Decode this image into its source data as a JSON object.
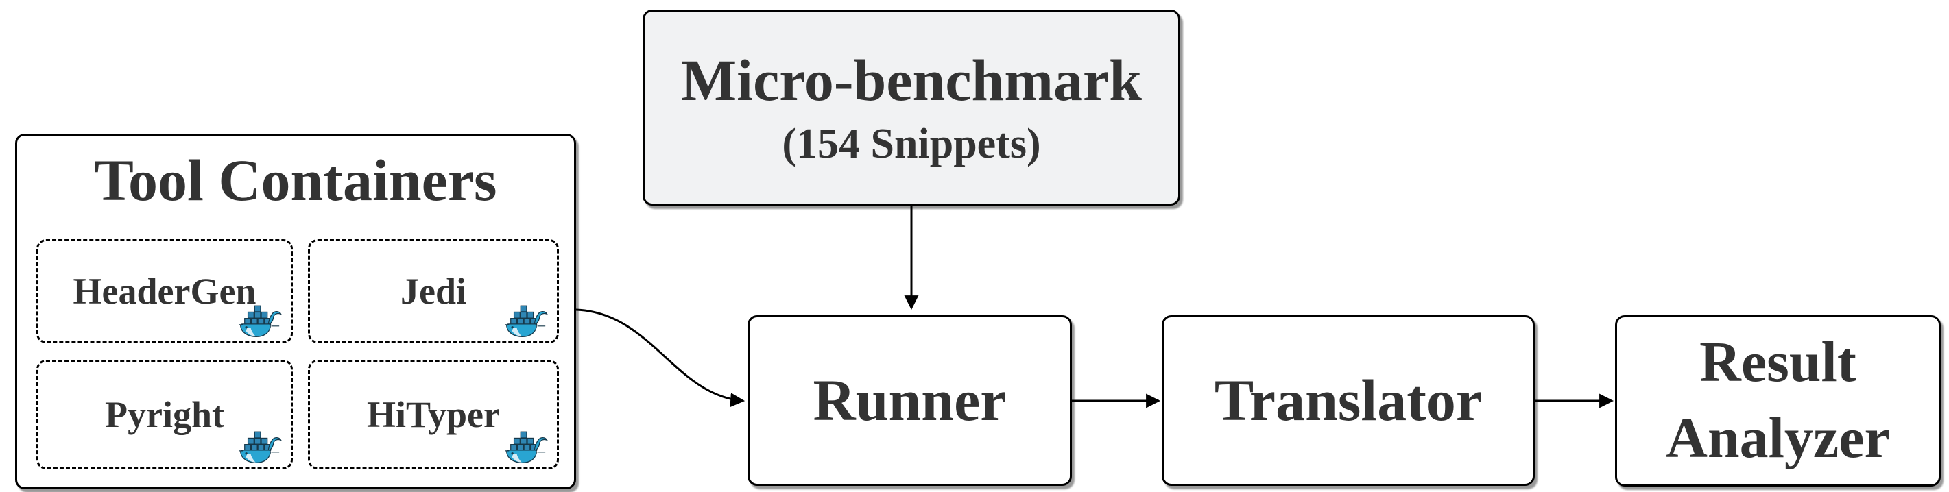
{
  "tool_containers": {
    "title": "Tool Containers",
    "tools": [
      {
        "name": "HeaderGen",
        "icon": "docker-whale-icon"
      },
      {
        "name": "Jedi",
        "icon": "docker-whale-icon"
      },
      {
        "name": "Pyright",
        "icon": "docker-whale-icon"
      },
      {
        "name": "HiTyper",
        "icon": "docker-whale-icon"
      }
    ]
  },
  "micro_benchmark": {
    "title": "Micro-benchmark",
    "subtitle": "(154 Snippets)"
  },
  "pipeline": {
    "runner": "Runner",
    "translator": "Translator",
    "result_analyzer": "Result Analyzer"
  },
  "connections": [
    {
      "from": "micro-benchmark",
      "to": "runner",
      "style": "straight-down-arrow"
    },
    {
      "from": "tool-containers",
      "to": "runner",
      "style": "curved-arrow"
    },
    {
      "from": "runner",
      "to": "translator",
      "style": "straight-right-arrow"
    },
    {
      "from": "translator",
      "to": "result-analyzer",
      "style": "straight-right-arrow"
    }
  ],
  "colors": {
    "background": "#ffffff",
    "box_border": "#000000",
    "text": "#333333",
    "micro_benchmark_fill": "#f1f2f3",
    "node_fill": "#ffffff",
    "docker_body_blue": "#29a5d2",
    "docker_container_blue": "#2f86b4",
    "docker_outline": "#16384a"
  }
}
